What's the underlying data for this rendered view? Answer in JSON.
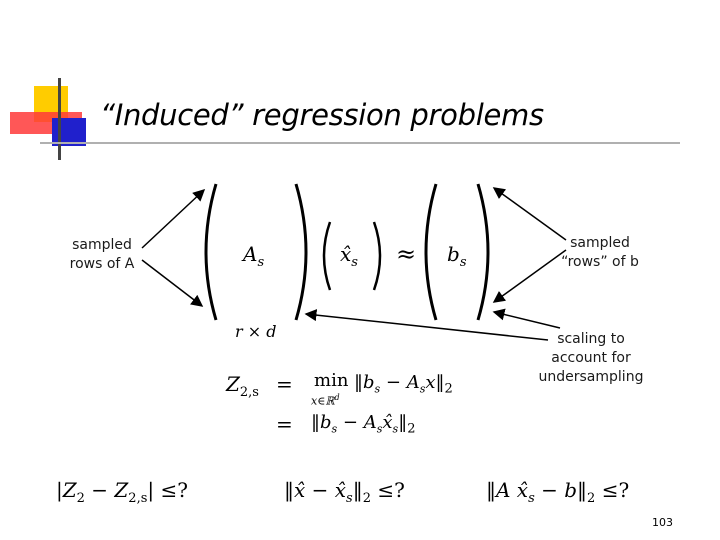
{
  "slide": {
    "title": "“Induced” regression problems",
    "page_number": "103"
  },
  "annotations": {
    "left_line1": "sampled",
    "left_line2": "rows of A",
    "right_line1": "sampled",
    "right_line2": "“rows” of b",
    "scaling_line1": "scaling to",
    "scaling_line2": "account for",
    "scaling_line3": "undersampling"
  },
  "matrix_equation": {
    "lhs": "A",
    "lhs_sub": "s",
    "mid": "x̂",
    "mid_sub": "s",
    "approx": "≈",
    "rhs": "b",
    "rhs_sub": "s",
    "dims": "r × d"
  },
  "objective": {
    "z_sym": "Z",
    "z_sub": "2,s",
    "eq": "=",
    "min": "min",
    "min_sub": "x∈ℝ",
    "min_sub_sup": "d",
    "line1_expr": "‖b",
    "line1_s": "s",
    "line1_minus": " − A",
    "line1_s2": "s",
    "line1_x": "x‖",
    "line1_norm": "2",
    "line2_expr": "‖b",
    "line2_s": "s",
    "line2_minus": " − A",
    "line2_s2": "s",
    "line2_xhat": "x̂",
    "line2_s3": "s",
    "line2_close": "‖",
    "line2_norm": "2"
  },
  "questions": {
    "q1_open": "|Z",
    "q1_sub1": "2",
    "q1_mid": " − Z",
    "q1_sub2": "2,s",
    "q1_close": "|",
    "q1_tail": "≤?",
    "q2_open": "‖x̂ − x̂",
    "q2_sub": "s",
    "q2_close": "‖",
    "q2_norm": "2",
    "q2_tail": "≤?",
    "q3_open": "‖A x̂",
    "q3_sub": "s",
    "q3_mid": " − b‖",
    "q3_norm": "2",
    "q3_tail": "≤?"
  },
  "colors": {
    "logo_yellow": "#ffcc00",
    "logo_red": "#ff3333",
    "logo_blue": "#2222cc",
    "rule": "#b0b0b0"
  }
}
